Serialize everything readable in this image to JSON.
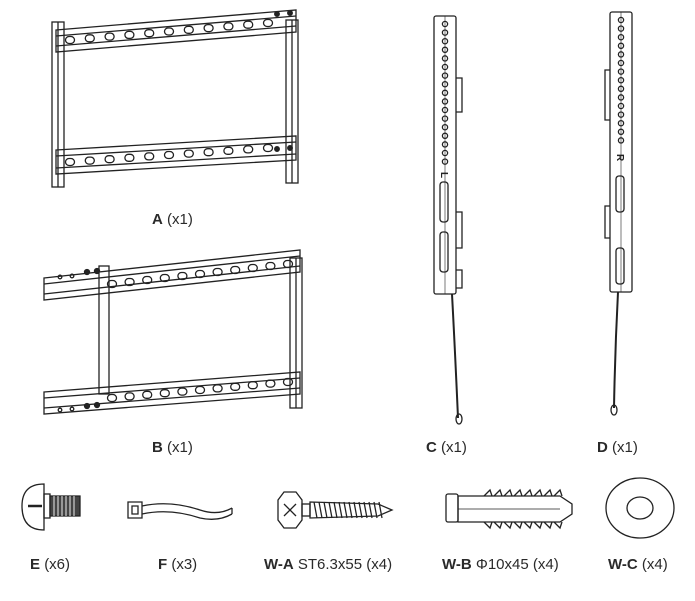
{
  "parts": [
    {
      "id": "A",
      "letter": "A",
      "spec": "",
      "qty": "(x1)"
    },
    {
      "id": "B",
      "letter": "B",
      "spec": "",
      "qty": "(x1)"
    },
    {
      "id": "C",
      "letter": "C",
      "spec": "",
      "qty": "(x1)"
    },
    {
      "id": "D",
      "letter": "D",
      "spec": "",
      "qty": "(x1)"
    },
    {
      "id": "E",
      "letter": "E",
      "spec": "",
      "qty": "(x6)"
    },
    {
      "id": "F",
      "letter": "F",
      "spec": "",
      "qty": "(x3)"
    },
    {
      "id": "WA",
      "letter": "W-A",
      "spec": "ST6.3x55",
      "qty": "(x4)"
    },
    {
      "id": "WB",
      "letter": "W-B",
      "spec": "Φ10x45",
      "qty": "(x4)"
    },
    {
      "id": "WC",
      "letter": "W-C",
      "spec": "",
      "qty": "(x4)"
    }
  ],
  "arm_marks": {
    "left": "L",
    "right": "R"
  }
}
